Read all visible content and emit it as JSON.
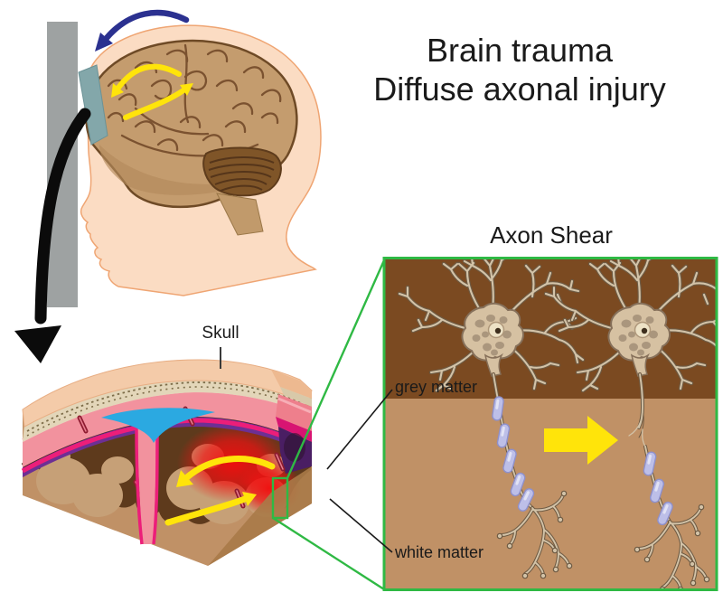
{
  "title": {
    "line1": "Brain trauma",
    "line2": "Diffuse axonal injury"
  },
  "cross_section": {
    "skull_label": "Skull"
  },
  "axon_panel": {
    "heading": "Axon Shear",
    "grey_matter_label": "grey matter",
    "white_matter_label": "white matter"
  },
  "colors": {
    "accent_green": "#2FB944",
    "arrow_yellow": "#FFE40A",
    "rotation_arrow_blue": "#2B3190",
    "impact_arrow_black": "#0B0B0B",
    "wall_grey": "#9EA2A2",
    "skin": "#FBDCC3",
    "brain_tan": "#C49C6E",
    "grey_matter_brown": "#7B4A21",
    "white_matter_tan": "#C09166",
    "myelin_lavender": "#BDBFE8",
    "inflammation_red": "#EE1111",
    "dura_pink": "#F2929E",
    "csf_blue": "#2BA9E1",
    "pia_magenta": "#EC1E79",
    "sub_purple": "#6D2F94",
    "skull_bone": "#E3D6B9"
  }
}
